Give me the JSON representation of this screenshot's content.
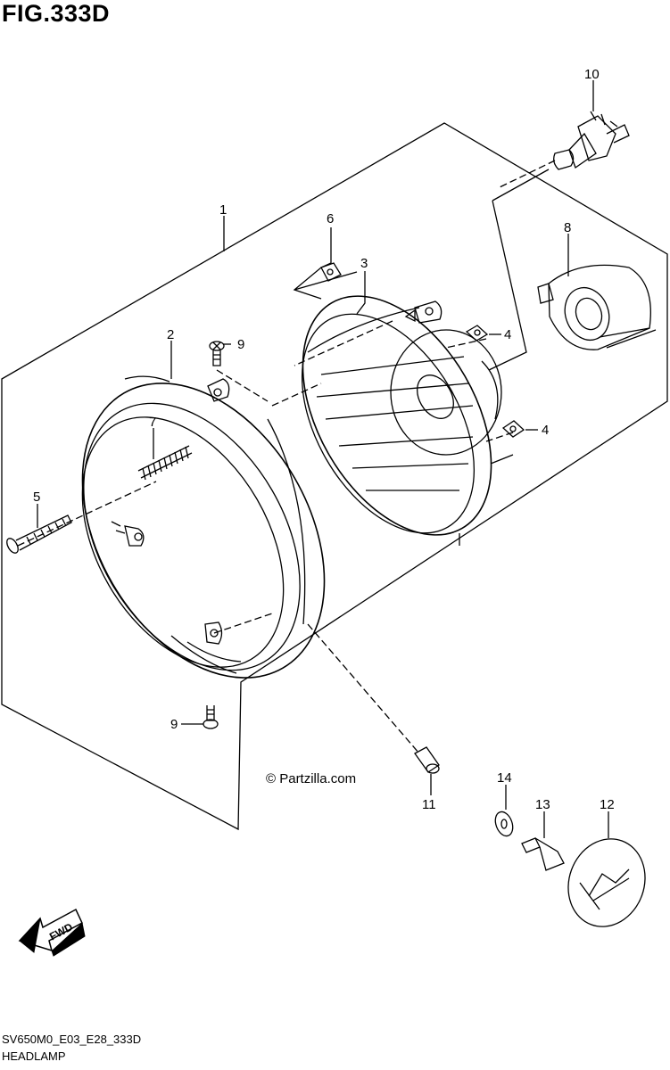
{
  "figure": {
    "title": "FIG.333D"
  },
  "callouts": {
    "p1": "1",
    "p2": "2",
    "p3": "3",
    "p4a": "4",
    "p4b": "4",
    "p5": "5",
    "p6": "6",
    "p7": "7",
    "p8": "8",
    "p9a": "9",
    "p9b": "9",
    "p10": "10",
    "p11": "11",
    "p12": "12",
    "p13": "13",
    "p14": "14"
  },
  "watermark": "© Partzilla.com",
  "fwd_label": "FWD",
  "footer": {
    "code": "SV650M0_E03_E28_333D",
    "name": "HEADLAMP"
  }
}
